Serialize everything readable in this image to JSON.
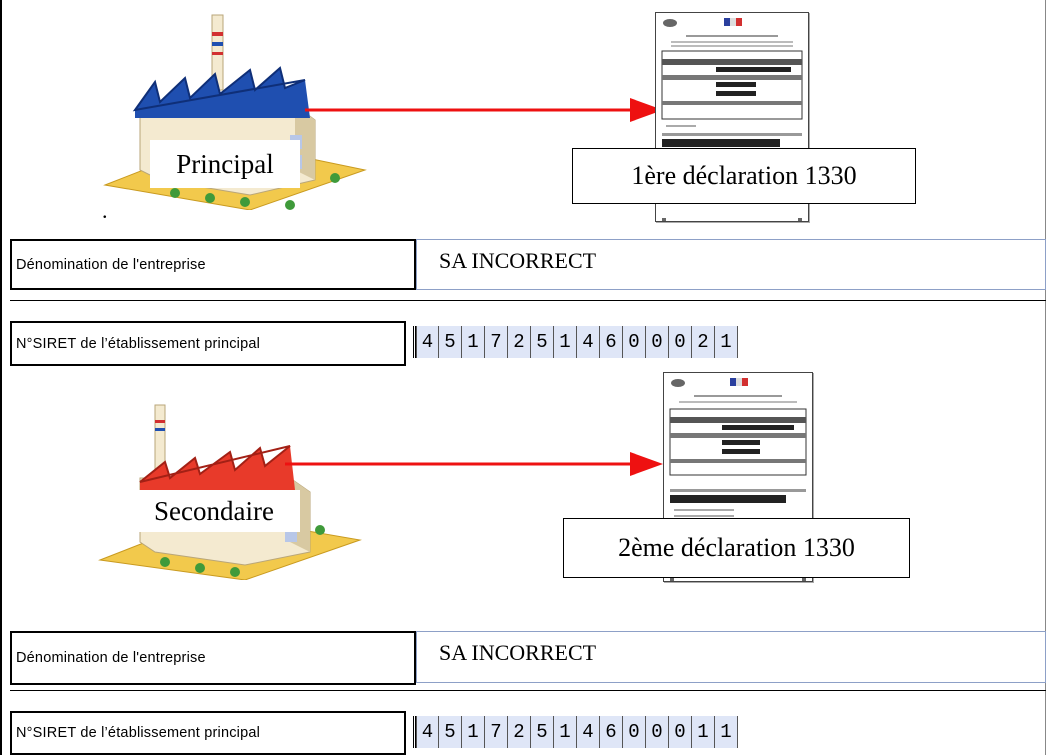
{
  "first": {
    "factory_label": "Principal",
    "declaration_label": "1ère déclaration 1330",
    "dot": "."
  },
  "second": {
    "factory_label": "Secondaire",
    "declaration_label": "2ème déclaration 1330"
  },
  "form1": {
    "name_label": "Dénomination de l'entreprise",
    "name_value": "SA INCORRECT",
    "siret_label": "N°SIRET de l’établissement principal",
    "siret_digits": [
      "4",
      "5",
      "1",
      "7",
      "2",
      "5",
      "1",
      "4",
      "6",
      "0",
      "0",
      "0",
      "2",
      "1"
    ]
  },
  "form2": {
    "name_label": "Dénomination de l'entreprise",
    "name_value": "SA INCORRECT",
    "siret_label": "N°SIRET de l’établissement principal",
    "siret_digits": [
      "4",
      "5",
      "1",
      "7",
      "2",
      "5",
      "1",
      "4",
      "6",
      "0",
      "0",
      "0",
      "1",
      "1"
    ]
  },
  "colors": {
    "arrow": "#ee1111",
    "factory_roof_principal": "#1f4fb0",
    "factory_roof_secondary": "#e83a2a",
    "ground": "#f2c94c",
    "siret_cell": "#dfe6f7"
  },
  "icons": [
    "factory-icon",
    "document-icon",
    "arrow-icon"
  ]
}
